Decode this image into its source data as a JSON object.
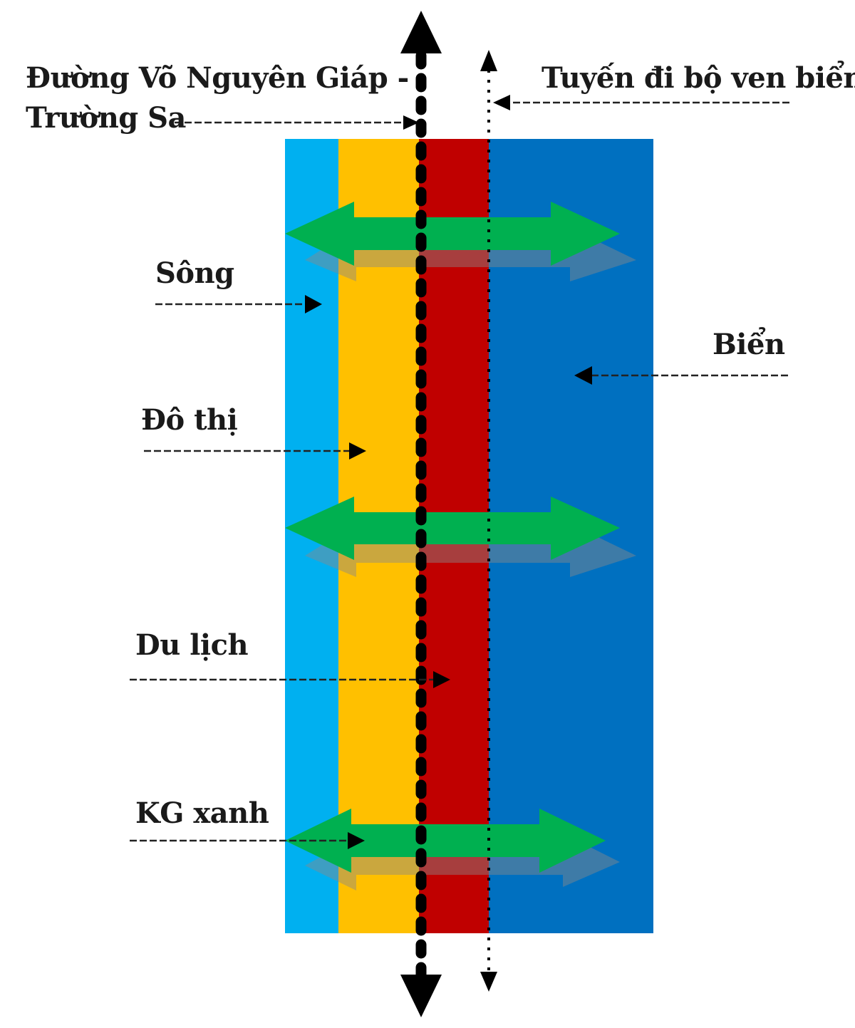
{
  "labels": {
    "road_line1": "Đường Võ Nguyên Giáp -",
    "road_line2": "Trường Sa",
    "walkway": "Tuyến đi bộ ven biển",
    "river": "Sông",
    "sea": "Biển",
    "urban": "Đô thị",
    "tourism": "Du lịch",
    "green_space": "KG xanh"
  },
  "colors": {
    "river": "#00b0f0",
    "urban": "#ffc000",
    "tourism": "#c00000",
    "sea": "#0070c0",
    "connector": "#00b050",
    "ink": "#000000"
  },
  "icons": {
    "road_arrows": "double-headed-dotted-arrow-icon",
    "walkway_arrows": "double-headed-dotted-arrow-icon",
    "connectors": "double-headed-arrow-icon",
    "pointers": "dashed-pointer-arrow-icon"
  }
}
